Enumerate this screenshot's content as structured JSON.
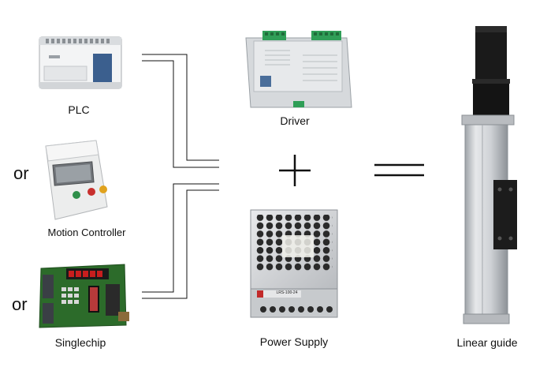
{
  "sources": {
    "plc_label": "PLC",
    "motion_controller_label": "Motion Controller",
    "singlechip_label": "Singlechip",
    "or_1": "or",
    "or_2": "or"
  },
  "components": {
    "driver_label": "Driver",
    "power_supply_label": "Power Supply",
    "power_supply_model": "LRS-100-24"
  },
  "result": {
    "linear_guide_label": "Linear guide"
  },
  "operators": {
    "plus_icon": "plus-icon",
    "equals_icon": "equals-icon"
  },
  "colors": {
    "terminal_green": "#2f9e57",
    "aluminum": "#cfd2d6",
    "motor_black": "#1a1a1a",
    "board_green": "#2c6b2a",
    "led_red": "#c81e1e"
  }
}
